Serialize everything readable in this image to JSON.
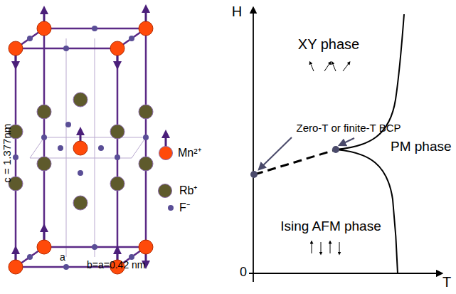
{
  "diagram": {
    "labels": [
      "c = 1.377nm",
      "a",
      "b=a=0.42 nm",
      "H",
      "XY phase",
      "Zero-T or finite-T BCP",
      "PM phase",
      "Ising AFM phase",
      "0",
      "T"
    ],
    "legend": [
      {
        "text": "Mn²⁺",
        "color": "#ff4a0a"
      },
      {
        "text": "Rb⁺",
        "color": "#5e5a2c"
      },
      {
        "text": "F⁻",
        "color": "#5a4e96"
      }
    ]
  }
}
